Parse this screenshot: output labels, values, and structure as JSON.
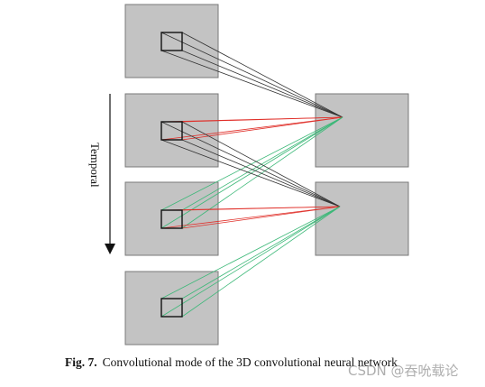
{
  "axis": {
    "label": "Temporal"
  },
  "caption": {
    "fig_label": "Fig. 7.",
    "text": "Convolutional mode of the 3D convolutional neural network"
  },
  "watermark": {
    "text": "CSDN @吞吮载论"
  },
  "colors": {
    "frame_fill": "#c3c3c3",
    "frame_stroke": "#7a7a7a",
    "kernel_stroke": "#111111",
    "line_black": "#333333",
    "line_red": "#e0302a",
    "line_green": "#3cb878"
  }
}
